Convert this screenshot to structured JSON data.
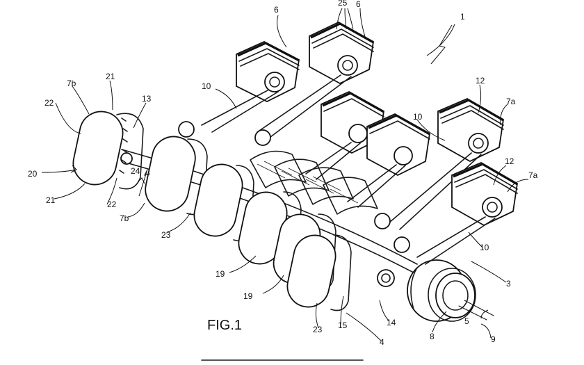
{
  "figure": {
    "title": "FIG.1",
    "labels": {
      "l1": "1",
      "l3": "3",
      "l4": "4",
      "l5": "5",
      "l6a": "6",
      "l6b": "6",
      "l7a1": "7a",
      "l7a2": "7a",
      "l7b1": "7b",
      "l7b2": "7b",
      "l8": "8",
      "l9": "9",
      "l10a": "10",
      "l10b": "10",
      "l10c": "10",
      "l12a": "12",
      "l12b": "12",
      "l13": "13",
      "l14": "14",
      "l15": "15",
      "l19a": "19",
      "l19b": "19",
      "l20": "20",
      "l21a": "21",
      "l21b": "21",
      "l22a": "22",
      "l22b": "22",
      "l23a": "23",
      "l23b": "23",
      "l24": "24",
      "l25": "25"
    }
  }
}
